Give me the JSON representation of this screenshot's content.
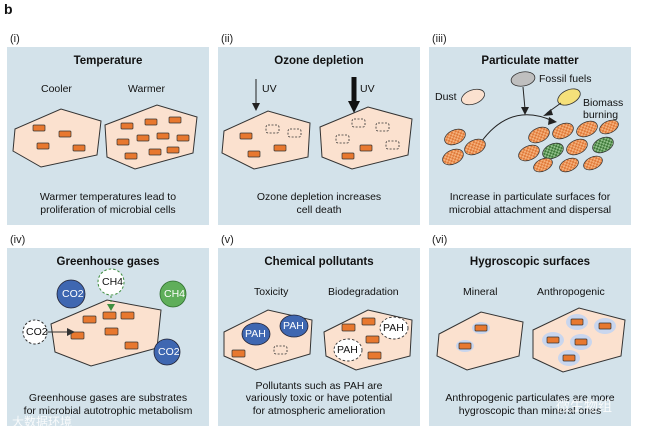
{
  "figure_label": "b",
  "panels": [
    {
      "numeral": "(i)",
      "title": "Temperature",
      "labels": [
        "Cooler",
        "Warmer"
      ],
      "caption": [
        "Warmer temperatures lead to",
        "proliferation of microbial cells"
      ]
    },
    {
      "numeral": "(ii)",
      "title": "Ozone depletion",
      "labels": [
        "UV",
        "UV"
      ],
      "caption": [
        "Ozone depletion increases",
        "cell death"
      ]
    },
    {
      "numeral": "(iii)",
      "title": "Particulate matter",
      "labels": [
        "Dust",
        "Fossil fuels",
        "Biomass",
        "burning"
      ],
      "caption": [
        "Increase in particulate surfaces for",
        "microbial attachment and dispersal"
      ]
    },
    {
      "numeral": "(iv)",
      "title": "Greenhouse gases",
      "labels": [
        "CO2",
        "CH4",
        "CH4",
        "CO2",
        "CO2"
      ],
      "caption": [
        "Greenhouse gases are substrates",
        "for microbial autotrophic metabolism"
      ]
    },
    {
      "numeral": "(v)",
      "title": "Chemical pollutants",
      "labels": [
        "Toxicity",
        "Biodegradation",
        "PAH",
        "PAH",
        "PAH",
        "PAH"
      ],
      "caption": [
        "Pollutants such as PAH are",
        "variously toxic or have potential",
        "for atmospheric amelioration"
      ]
    },
    {
      "numeral": "(vi)",
      "title": "Hygroscopic surfaces",
      "labels": [
        "Mineral",
        "Anthropogenic"
      ],
      "caption": [
        "Anthropogenic particulates are more",
        "hygroscopic than mineral ones"
      ]
    }
  ],
  "watermarks": [
    "大数据环境",
    "微生物组"
  ],
  "colors": {
    "panel_bg": "#d3e2ea",
    "particle_fill": "#fbe1cf",
    "cell_fill": "#e8782f",
    "pah_fill": "#3f67b1",
    "ch4_fill": "#5fae5a"
  }
}
